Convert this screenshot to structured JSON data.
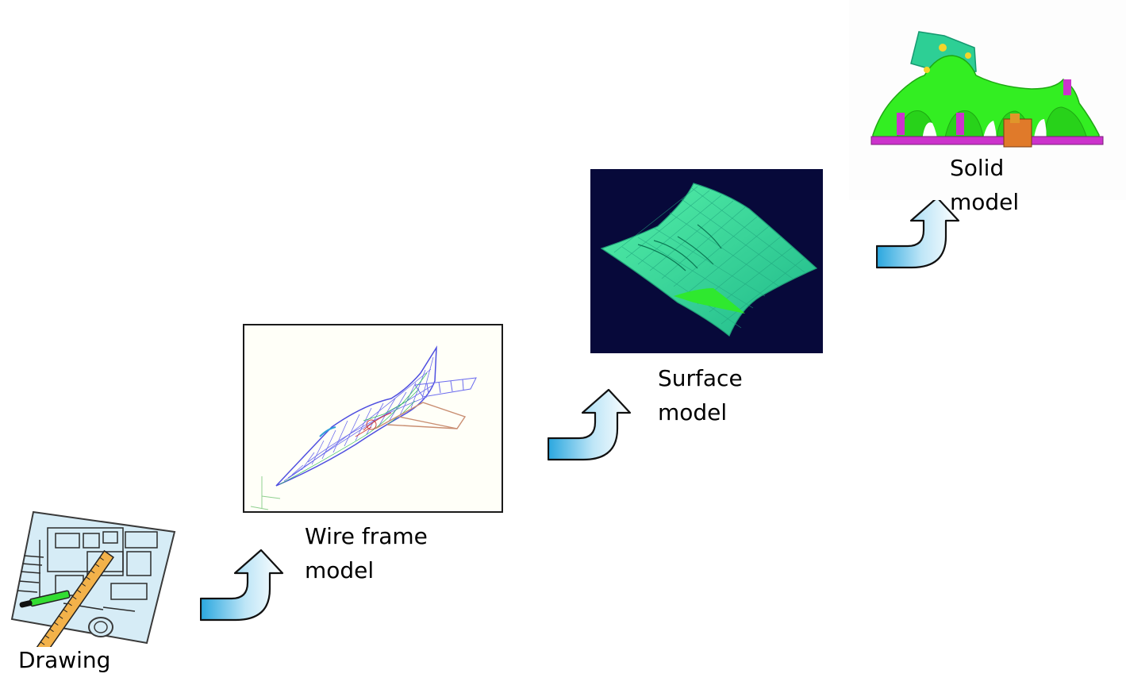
{
  "stages": [
    {
      "id": "drawing",
      "line1": "Drawing",
      "line2": ""
    },
    {
      "id": "wireframe",
      "line1": "Wire frame",
      "line2": "model"
    },
    {
      "id": "surface",
      "line1": "Surface",
      "line2": "model"
    },
    {
      "id": "solid",
      "line1": "Solid",
      "line2": "model"
    }
  ],
  "colors": {
    "arrow_gradient_start": "#2aa7df",
    "arrow_gradient_end": "#ffffff",
    "surface_background": "#07093a",
    "surface_mesh": "#3ee6a0",
    "solid_body": "#33ee22",
    "solid_flange": "#cc33cc",
    "wireframe_body": "#5a5ae6"
  },
  "icons": [
    "blueprint-drawing-icon",
    "wireframe-airplane-image",
    "surface-mesh-image",
    "solid-manifold-image",
    "step-arrow-icon"
  ]
}
